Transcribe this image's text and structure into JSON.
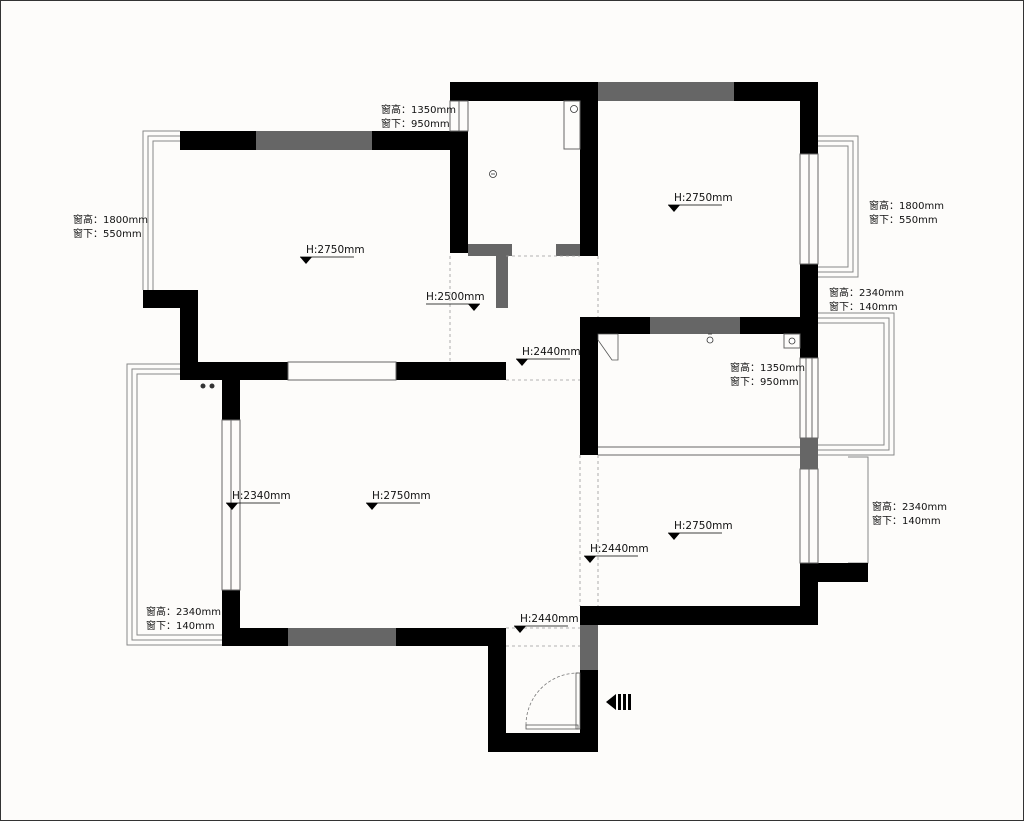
{
  "plan": {
    "window_annotations": [
      {
        "id": "top-small",
        "height_label": "窗高：",
        "height_value": "1350mm",
        "sill_label": "窗下：",
        "sill_value": "950mm"
      },
      {
        "id": "left-bedroom",
        "height_label": "窗高：",
        "height_value": "1800mm",
        "sill_label": "窗下：",
        "sill_value": "550mm"
      },
      {
        "id": "right-top",
        "height_label": "窗高：",
        "height_value": "1800mm",
        "sill_label": "窗下：",
        "sill_value": "550mm"
      },
      {
        "id": "right-mid",
        "height_label": "窗高：",
        "height_value": "2340mm",
        "sill_label": "窗下：",
        "sill_value": "140mm"
      },
      {
        "id": "center-small",
        "height_label": "窗高：",
        "height_value": "1350mm",
        "sill_label": "窗下：",
        "sill_value": "950mm"
      },
      {
        "id": "right-bottom",
        "height_label": "窗高：",
        "height_value": "2340mm",
        "sill_label": "窗下：",
        "sill_value": "140mm"
      },
      {
        "id": "left-balcony",
        "height_label": "窗高：",
        "height_value": "2340mm",
        "sill_label": "窗下：",
        "sill_value": "140mm"
      }
    ],
    "ceiling_heights": [
      "H:2750mm",
      "H:2750mm",
      "H:2500mm",
      "H:2440mm",
      "H:2340mm",
      "H:2750mm",
      "H:2750mm",
      "H:2440mm",
      "H:2440mm"
    ]
  }
}
